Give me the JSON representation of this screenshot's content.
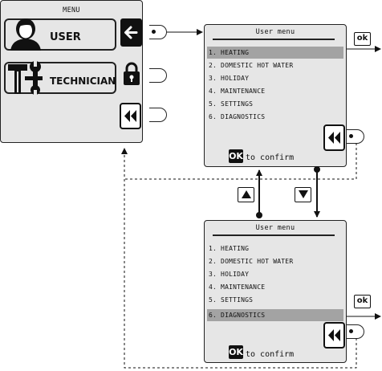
{
  "main_screen": {
    "title": "MENU",
    "user_label": "USER",
    "technician_label": "TECHNICIAN",
    "icons": [
      "user-icon",
      "tools-icon",
      "back-arrow-icon",
      "lock-icon",
      "rewind-icon"
    ]
  },
  "user_menu_1": {
    "title": "User menu",
    "items": [
      "1. HEATING",
      "2. DOMESTIC HOT WATER",
      "3. HOLIDAY",
      "4. MAINTENANCE",
      "5. SETTINGS",
      "6. DIAGNOSTICS"
    ],
    "selected_index": 0,
    "ok_label": "OK",
    "confirm_text": "to confirm"
  },
  "user_menu_2": {
    "title": "User menu",
    "items": [
      "1. HEATING",
      "2. DOMESTIC HOT WATER",
      "3. HOLIDAY",
      "4. MAINTENANCE",
      "5. SETTINGS",
      "6. DIAGNOSTICS"
    ],
    "selected_index": 5,
    "ok_label": "OK",
    "confirm_text": "to confirm"
  },
  "keys": {
    "ok": "ok",
    "up_icon": "up-triangle-icon",
    "down_icon": "down-triangle-icon"
  },
  "colors": {
    "screen_bg": "#e6e6e6",
    "highlight": "#a3a3a3",
    "line": "#111111"
  }
}
